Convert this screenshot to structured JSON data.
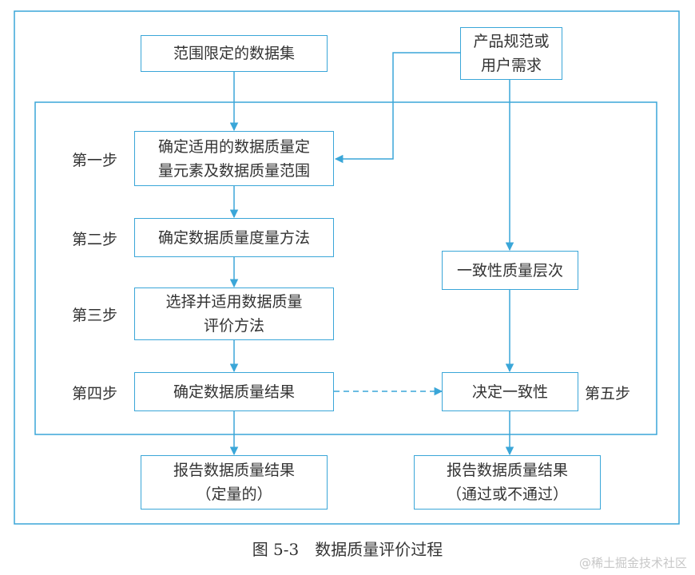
{
  "colors": {
    "line": "#3aa6d8",
    "text": "#333333",
    "watermark": "#c7c7c7"
  },
  "nodes": {
    "dataset": "范围限定的数据集",
    "product_spec": "产品规范或\n用户需求",
    "determine_elements": "确定适用的数据质量定\n量元素及数据质量范围",
    "determine_measures": "确定数据质量度量方法",
    "select_methods": "选择并适用数据质量\n评价方法",
    "determine_results": "确定数据质量结果",
    "conformance_level": "一致性质量层次",
    "determine_conformance": "决定一致性",
    "report_quantitative": "报告数据质量结果\n（定量的）",
    "report_pass_fail": "报告数据质量结果\n（通过或不通过）"
  },
  "steps": {
    "step1": "第一步",
    "step2": "第二步",
    "step3": "第三步",
    "step4": "第四步",
    "step5": "第五步"
  },
  "caption": "图 5-3　数据质量评价过程",
  "watermark": "@稀土掘金技术社区"
}
